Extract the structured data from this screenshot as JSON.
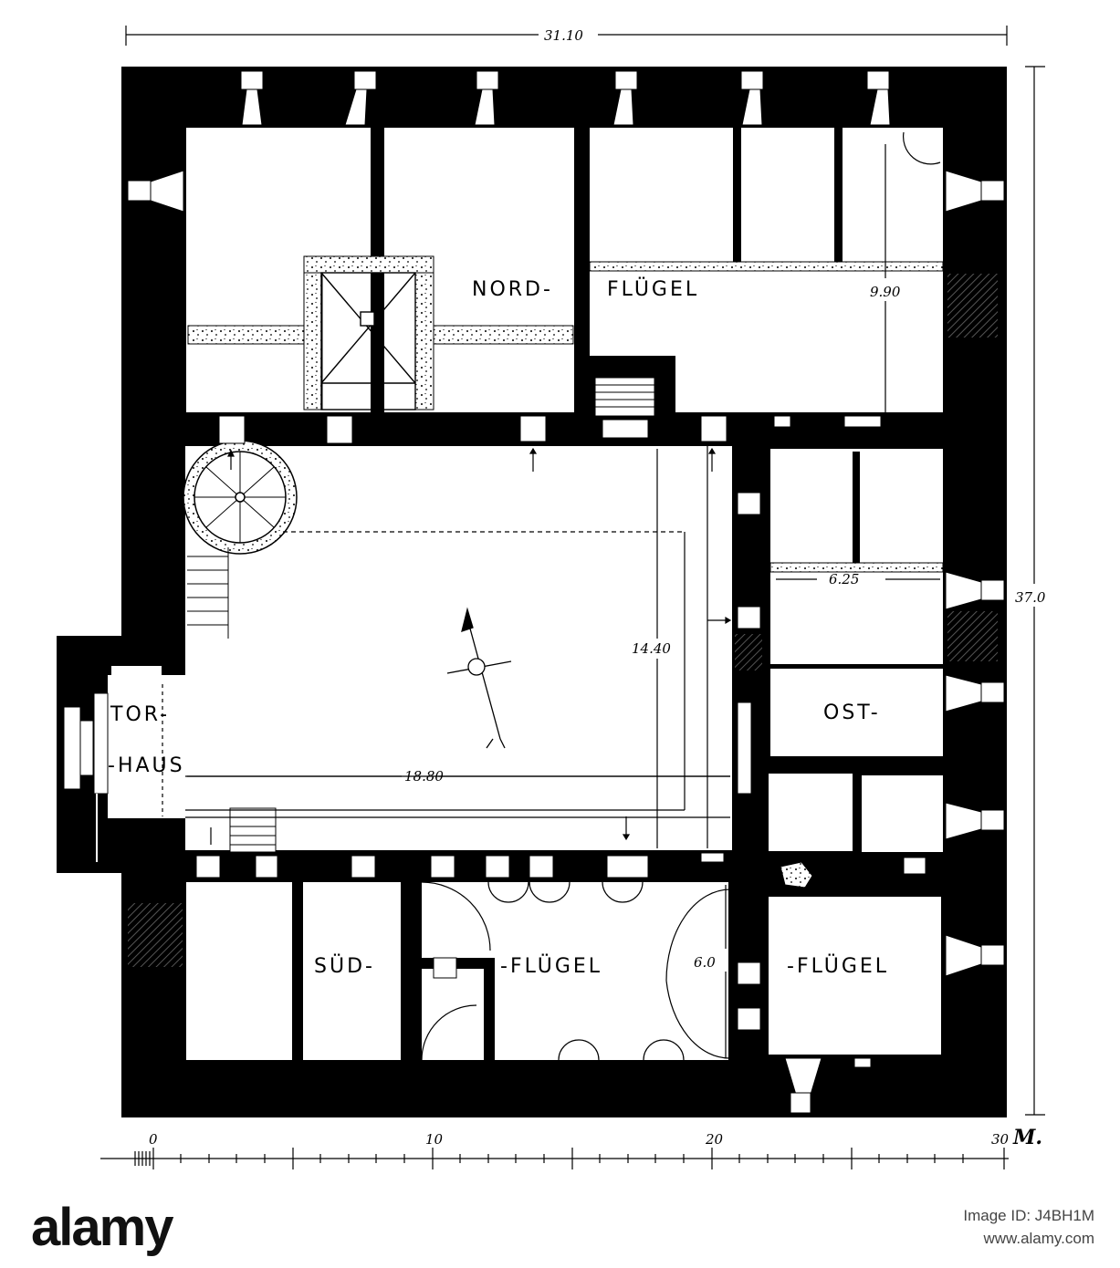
{
  "labels": {
    "nord": "NORD-",
    "nord_fluegel": "FLÜGEL",
    "tor": "TOR-",
    "haus": "-HAUS",
    "ost": "OST-",
    "ost_fluegel": "-FLÜGEL",
    "sued": "SÜD-",
    "sued_fluegel": "-FLÜGEL"
  },
  "dimensions": {
    "overall_width": "31.10",
    "overall_height": "37.0",
    "nord_depth": "9.90",
    "court_width": "18.80",
    "court_depth": "14.40",
    "ost_width": "6.25",
    "sued_depth": "6.0"
  },
  "scale": {
    "ticks": [
      "0",
      "10",
      "20",
      "30"
    ],
    "unit": "M."
  },
  "watermark": {
    "logo": "alamy",
    "image_id_line": "Image ID: J4BH1M",
    "site": "www.alamy.com"
  }
}
